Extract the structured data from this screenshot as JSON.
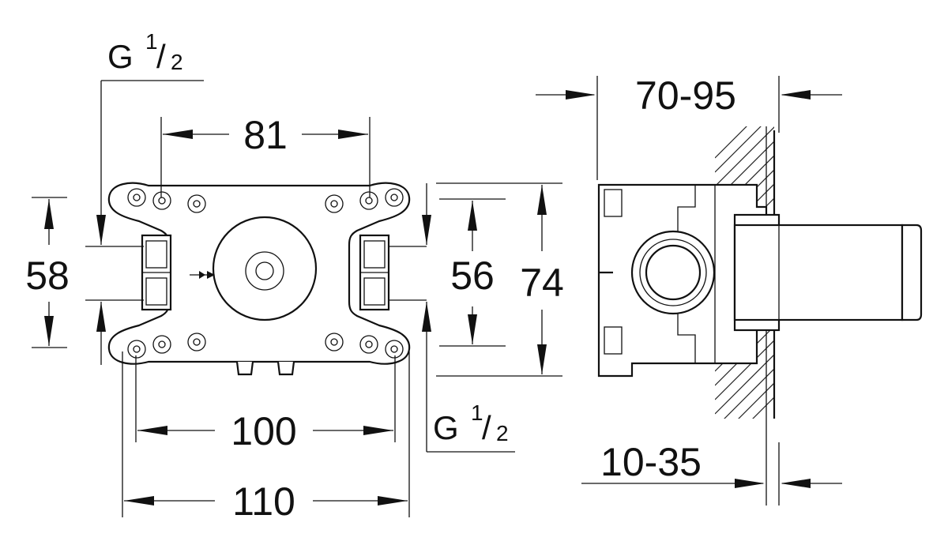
{
  "dimensions": {
    "front_top_width": "81",
    "front_bottom_width_inner": "100",
    "front_bottom_width_outer": "110",
    "front_left_height": "58",
    "front_right_inner_height": "56",
    "front_right_outer_height": "74",
    "side_depth_range": "70-95",
    "side_wall_offset_range": "10-35"
  },
  "threads": {
    "top_left": {
      "prefix": "G",
      "numerator": "1",
      "slash": "/",
      "denominator": "2"
    },
    "bottom_right": {
      "prefix": "G",
      "numerator": "1",
      "slash": "/",
      "denominator": "2"
    }
  }
}
